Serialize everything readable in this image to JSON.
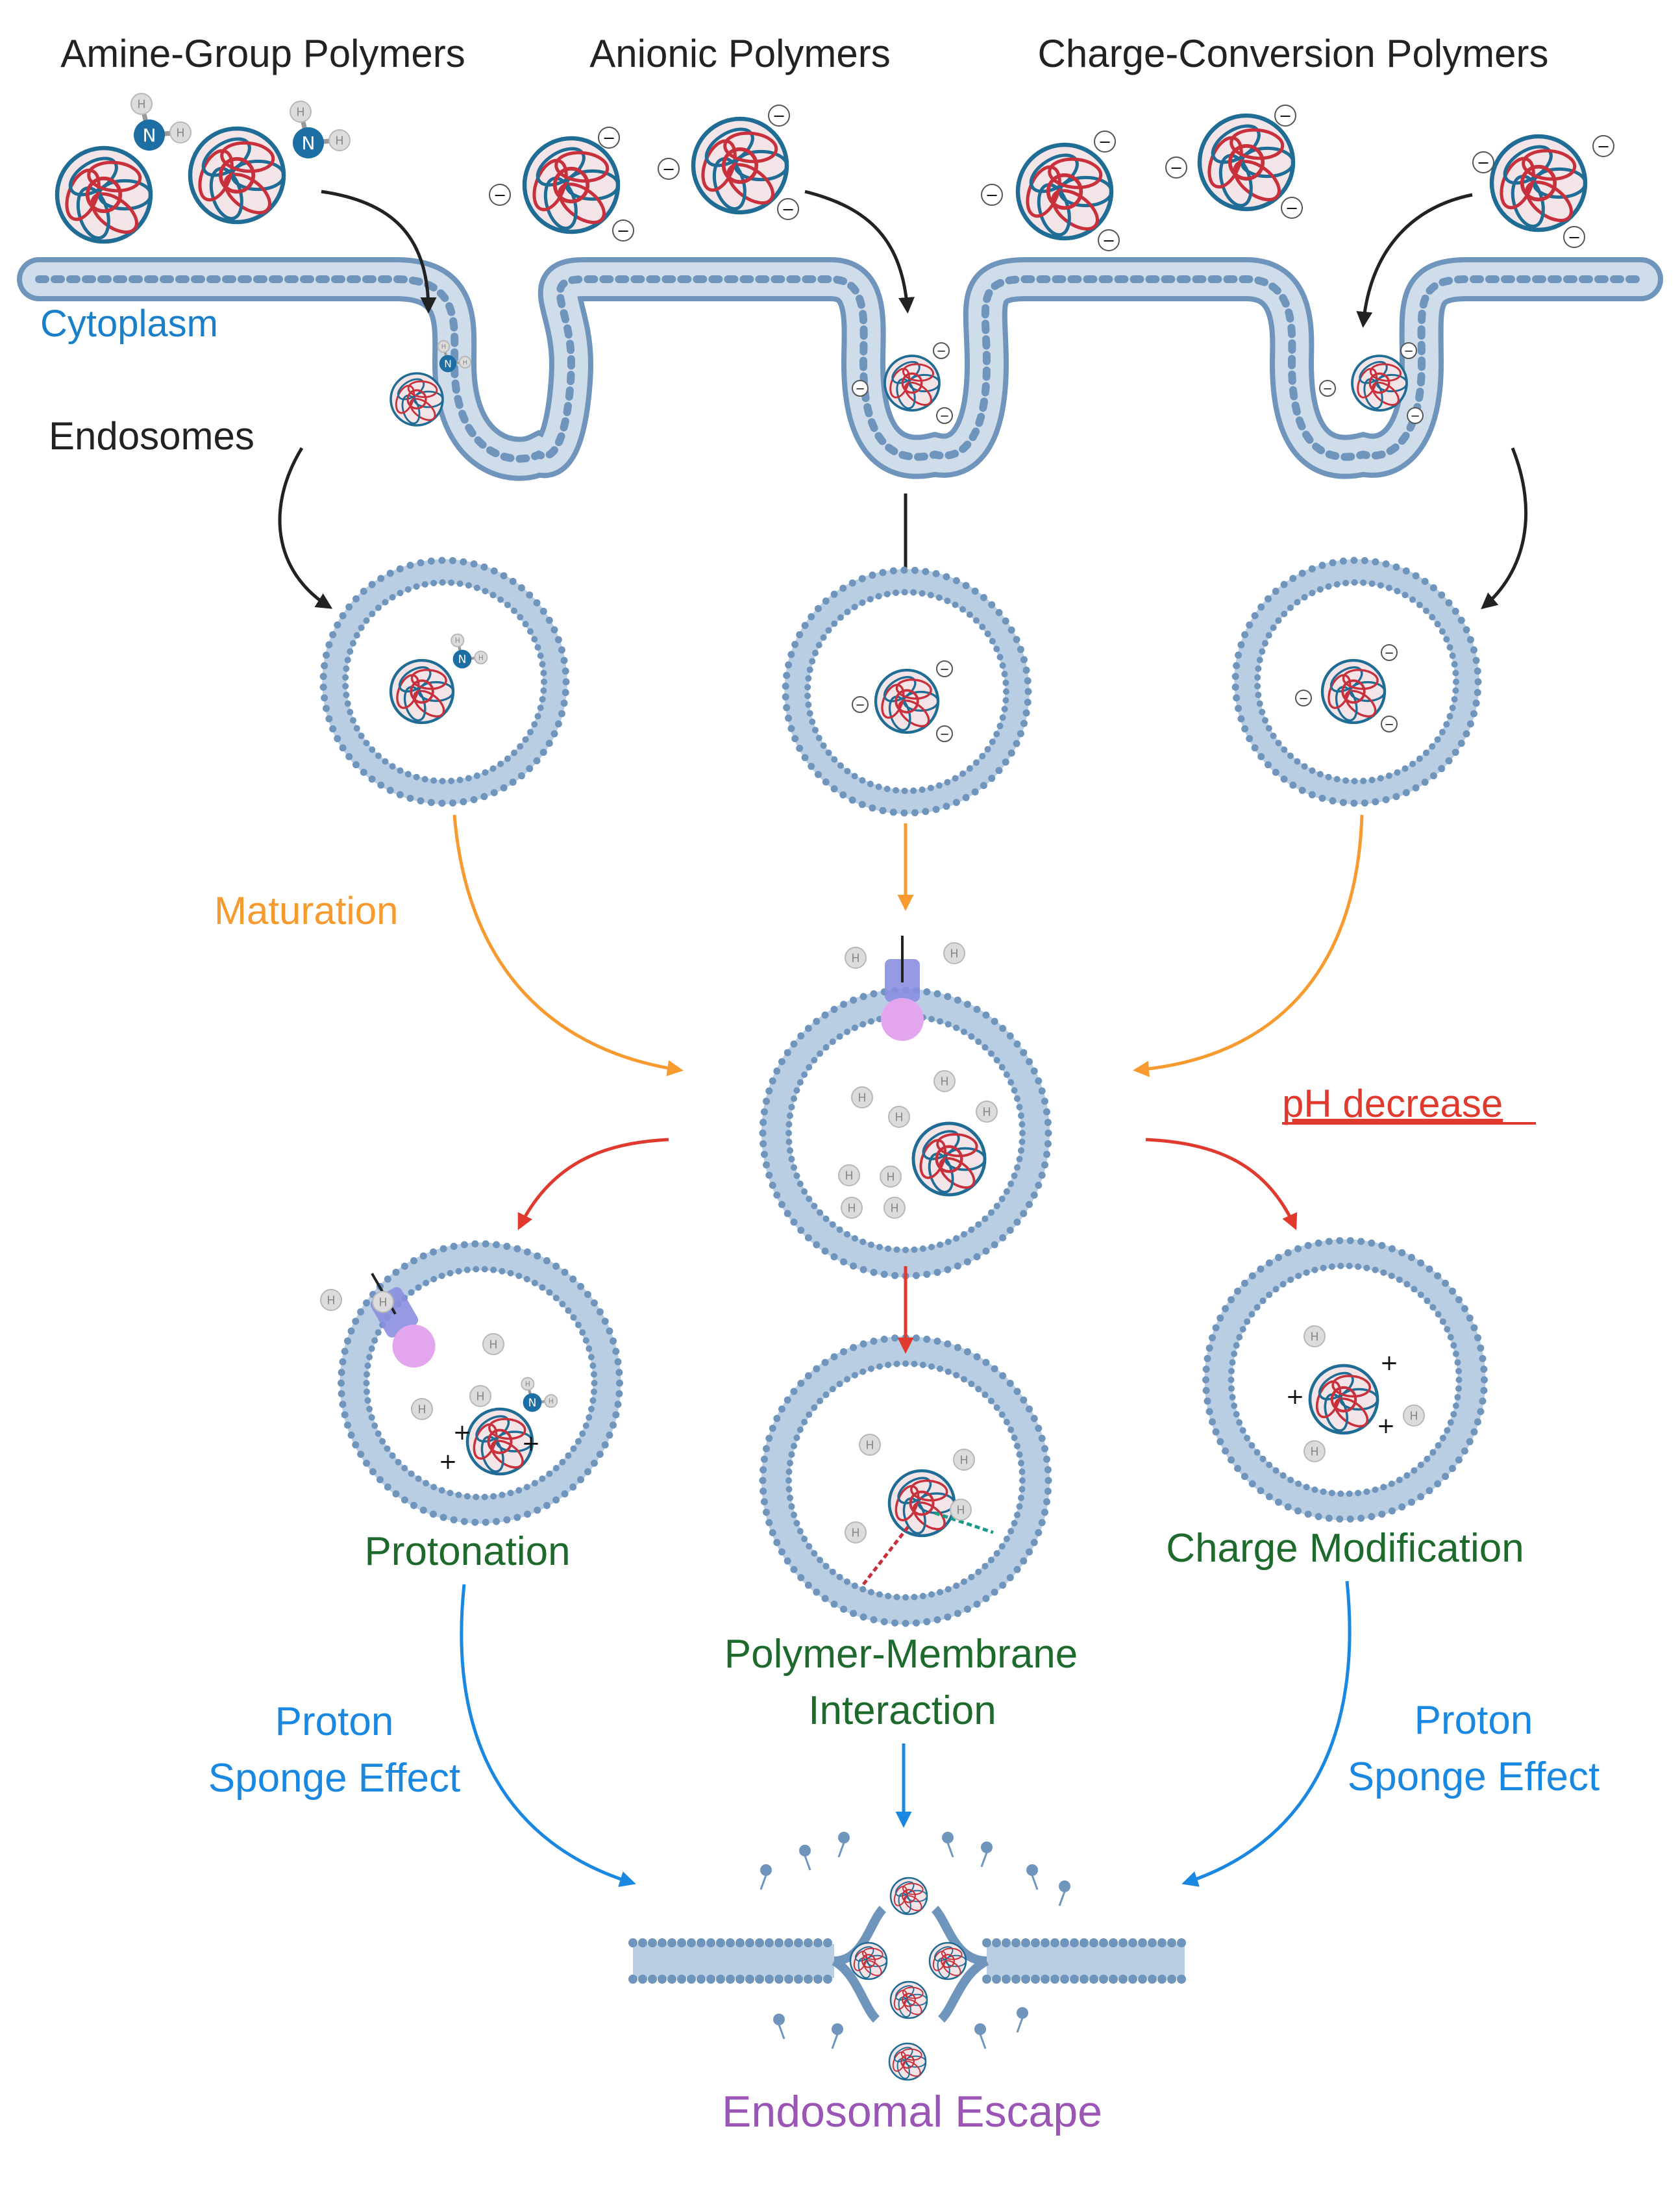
{
  "labels": {
    "amine": "Amine-Group Polymers",
    "anionic": "Anionic Polymers",
    "charge_conversion": "Charge-Conversion Polymers",
    "cytoplasm": "Cytoplasm",
    "endosomes": "Endosomes",
    "maturation": "Maturation",
    "ph_decrease": "pH decrease",
    "protonation": "Protonation",
    "polymer_membrane_1": "Polymer-Membrane",
    "polymer_membrane_2": "Interaction",
    "charge_modification": "Charge Modification",
    "proton_left_1": "Proton",
    "proton_left_2": "Sponge Effect",
    "proton_right_1": "Proton",
    "proton_right_2": "Sponge Effect",
    "endosomal_escape": "Endosomal Escape"
  },
  "glyphs": {
    "nitrogen": "N",
    "hydrogen": "H",
    "minus": "−",
    "plus": "+"
  },
  "colors": {
    "membrane": "#6f95bd",
    "membrane_light": "#b9cde3",
    "black_arrow": "#222222",
    "orange": "#f79a2f",
    "red": "#e03a2f",
    "blue": "#1a88e0",
    "green": "#1e6a2d",
    "purple": "#9a55b5",
    "cytoplasm_text": "#1a7fc9",
    "polymer_red": "#c8303c",
    "polymer_blue": "#1f6c95",
    "nitrogen": "#1d6fa3",
    "hydrogen": "#dcdcdc",
    "pump_blue": "#8a8fe0",
    "pump_pink": "#e3a6ee"
  }
}
